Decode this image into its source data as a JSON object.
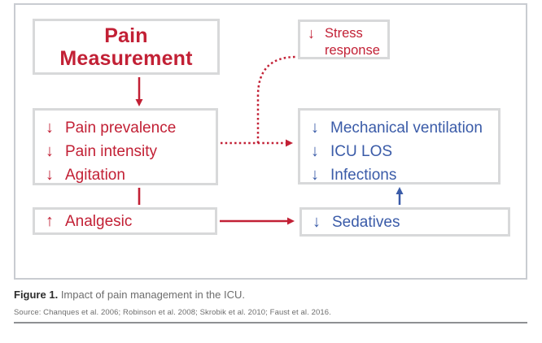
{
  "colors": {
    "red": "#c22035",
    "blue": "#3a5ba8",
    "box_border": "#d8d9da",
    "panel_border": "#c9ccd1",
    "caption_gray": "#6d6d6d",
    "figure_label_dark": "#2d2d2d",
    "rule_gray": "#8e9093"
  },
  "diagram": {
    "pain_measurement": {
      "line1": "Pain",
      "line2": "Measurement"
    },
    "outcomes_left": {
      "items": [
        {
          "arrow": "↓",
          "label": "Pain prevalence"
        },
        {
          "arrow": "↓",
          "label": "Pain intensity"
        },
        {
          "arrow": "↓",
          "label": "Agitation"
        }
      ]
    },
    "stress": {
      "arrow": "↓",
      "line1": "Stress",
      "line2": "response"
    },
    "outcomes_right": {
      "items": [
        {
          "arrow": "↓",
          "label": "Mechanical ventilation"
        },
        {
          "arrow": "↓",
          "label": "ICU LOS"
        },
        {
          "arrow": "↓",
          "label": "Infections"
        }
      ]
    },
    "analgesic": {
      "arrow": "↑",
      "label": "Analgesic"
    },
    "sedatives": {
      "arrow": "↓",
      "label": "Sedatives"
    }
  },
  "caption": {
    "figure_label": "Figure 1.",
    "text": "Impact of pain management in the ICU."
  },
  "source": "Source: Chanques et al. 2006; Robinson et al. 2008; Skrobik et al. 2010; Faust et al. 2016."
}
